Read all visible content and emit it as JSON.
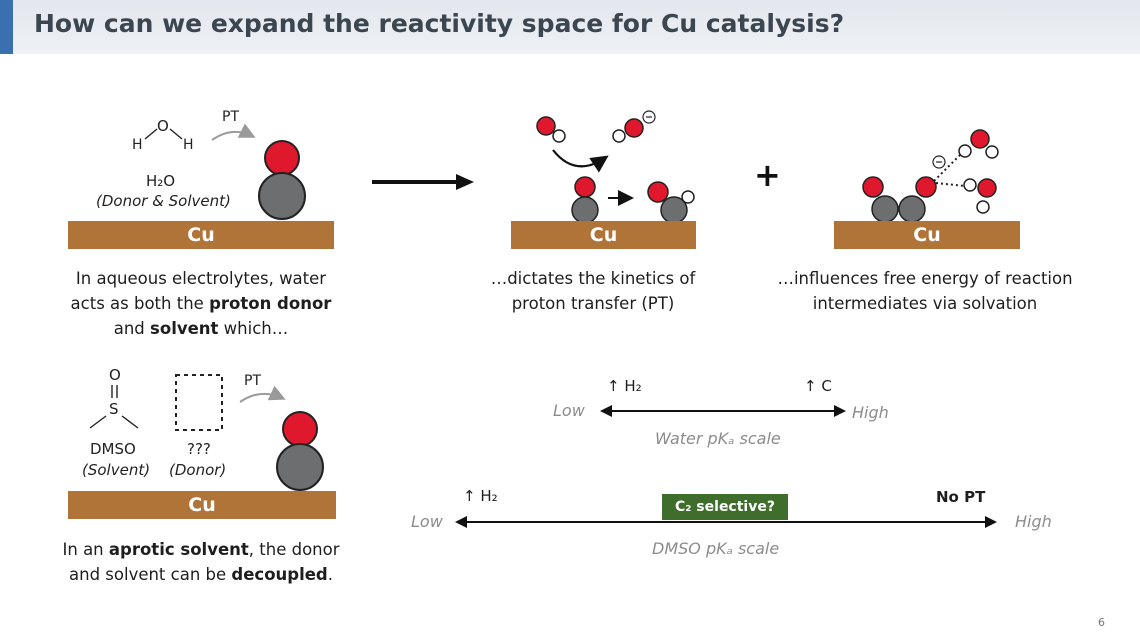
{
  "slide": {
    "title": "How can we expand the reactivity space for Cu catalysis?",
    "page_number": "6"
  },
  "surface_label": "Cu",
  "water_panel": {
    "molecule_o": "O",
    "molecule_h_left": "H",
    "molecule_h_right": "H",
    "pt_label": "PT",
    "formula": "H₂O",
    "role": "(Donor & Solvent)",
    "caption": {
      "line1": "In aqueous electrolytes, water",
      "line2_pre": "acts as both the ",
      "line2_bold": "proton donor",
      "line3_pre": "and ",
      "line3_bold": "solvent",
      "line3_post": " which…"
    }
  },
  "kinetics_panel": {
    "caption_line1": "…dictates the kinetics of",
    "caption_line2": "proton transfer (PT)"
  },
  "plus_sign": "+",
  "solvation_panel": {
    "caption_line1": "…influences free energy of reaction",
    "caption_line2": "intermediates via solvation"
  },
  "dmso_panel": {
    "s_label": "S",
    "o_label": "O",
    "dmso_label": "DMSO",
    "dmso_role": "(Solvent)",
    "donor_label": "???",
    "donor_role": "(Donor)",
    "pt_label": "PT",
    "caption": {
      "line1_pre": "In an ",
      "line1_bold": "aprotic solvent",
      "line1_post": ", the donor",
      "line2_pre": "and solvent can be ",
      "line2_bold": "decoupled",
      "line2_post": "."
    }
  },
  "water_scale": {
    "low": "Low",
    "high": "High",
    "tag_h2": "↑ H₂",
    "tag_c": "↑ C",
    "label": "Water pKₐ scale"
  },
  "dmso_scale": {
    "low": "Low",
    "high": "High",
    "tag_h2": "↑ H₂",
    "tag_c2": "C₂ selective?",
    "tag_nopt": "No PT",
    "label": "DMSO pKₐ scale"
  },
  "colors": {
    "oxygen": "#e0182e",
    "hydrogen": "#ffffff",
    "copper_atom": "#6c6e70",
    "copper_surface": "#b07338",
    "accent_blue": "#3a6fb0",
    "green_box": "#3f6e2c"
  }
}
